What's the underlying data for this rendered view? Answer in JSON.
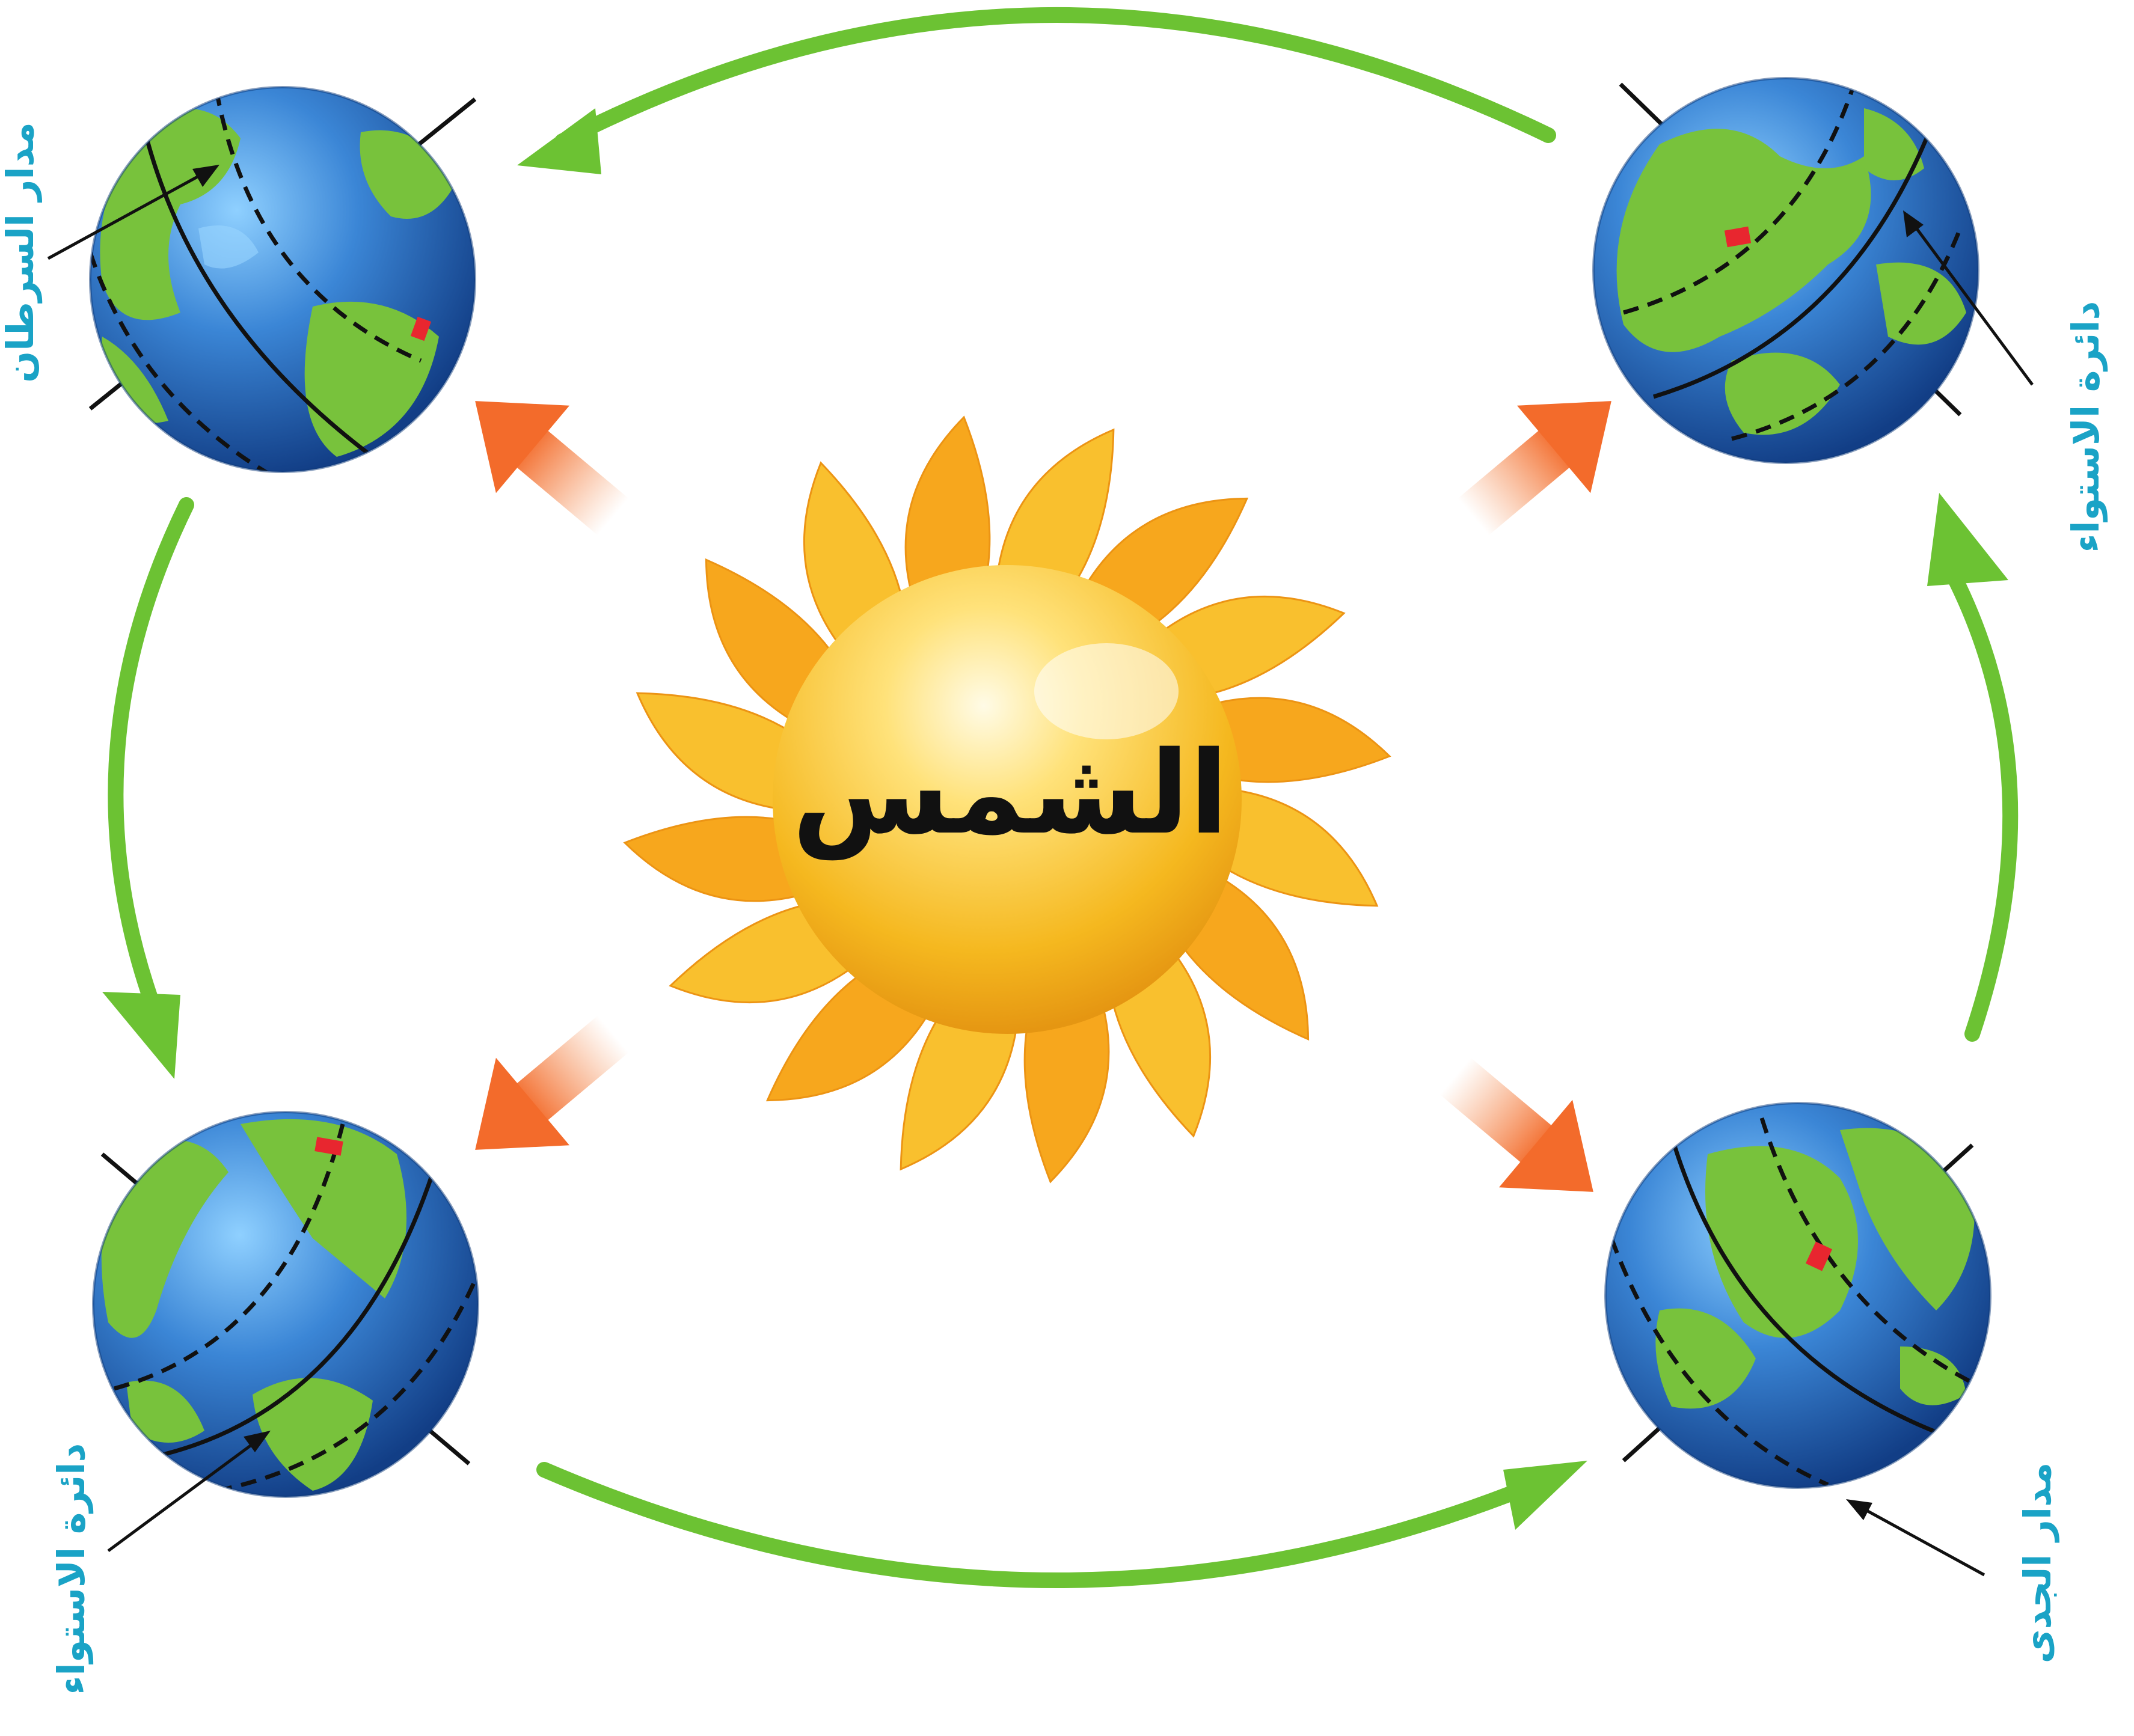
{
  "sun": {
    "label": "الشمس"
  },
  "labels": {
    "top_left": "مدار السرطان",
    "top_right": "دائرة الاستواء",
    "bottom_left": "دائرة الاستواء",
    "bottom_right": "مدار الجدى"
  },
  "colors": {
    "ocean": "#2f74c8",
    "land": "#78c23c",
    "orbit_arrow": "#6cc233",
    "ray_arrow": "#f27a33",
    "sun_core": "#f6c52a",
    "sun_rays": "#f7a71d",
    "label_text": "#1aa3c6",
    "tropic_marker": "#e8262f"
  }
}
